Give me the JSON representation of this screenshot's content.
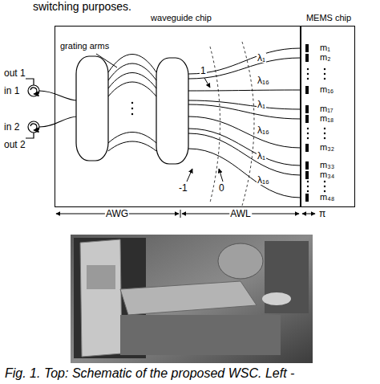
{
  "diagram": {
    "caption": "Fig. 1. Top: Schematic of the proposed WSC. Left -",
    "nodes": [
      {
        "text": [
          "waveguide chip"
        ]
      },
      {
        "text": [
          "MEMS chip"
        ]
      }
    ],
    "labels": [
      "switching purposes.",
      "out 1",
      "in 1",
      "in 2",
      "out 2",
      "grating arms",
      "1",
      "-1",
      "0",
      "λ₁",
      "λ₁₆",
      "λ₁",
      "λ₁₆",
      "λ₁",
      "λ₁₆",
      "m₁",
      "m₂",
      "m₁₆",
      "m₁₇",
      "m₁₈",
      "m₃₂",
      "m₃₃",
      "m₃₄",
      "m₄₈",
      "AWG",
      "AWL",
      "π"
    ]
  }
}
